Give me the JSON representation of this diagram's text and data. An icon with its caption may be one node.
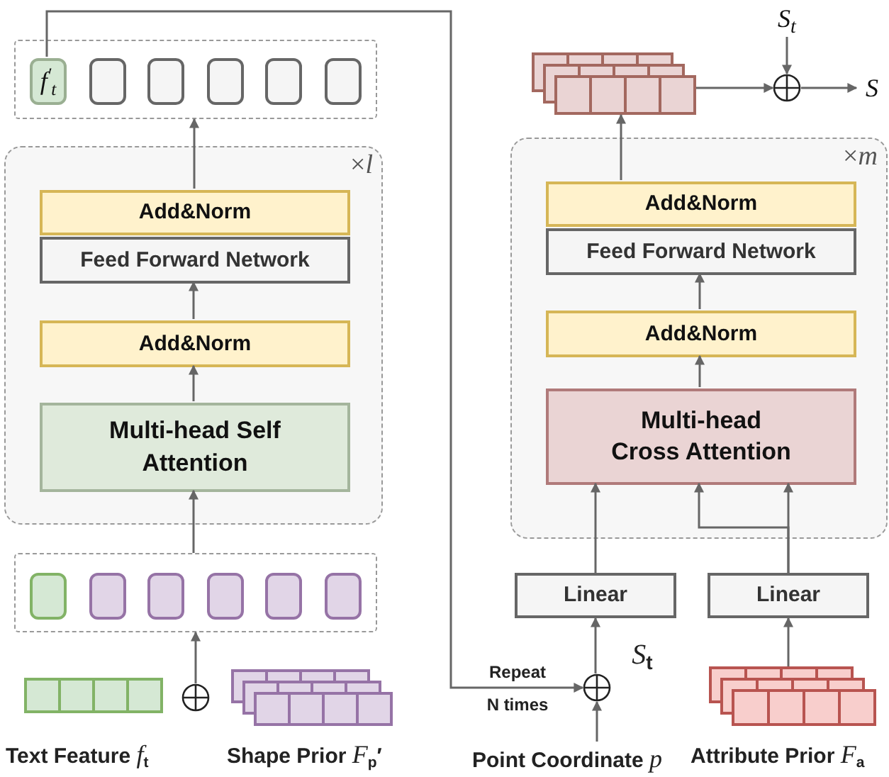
{
  "diagram": {
    "nodes": [
      {
        "text": [],
        "shape": "box"
      },
      {
        "text": [
          "f$^{′}$$_{t}$"
        ],
        "in": 0
      },
      {
        "text": [],
        "shape": "box",
        "in": 0
      },
      {
        "text": [],
        "shape": "box",
        "in": 0
      },
      {
        "text": [],
        "shape": "box",
        "in": 0
      },
      {
        "text": [],
        "shape": "box",
        "in": 0
      },
      {
        "text": [],
        "shape": "box",
        "in": 0
      },
      {
        "text": [
          "×*l*"
        ]
      },
      {
        "text": [
          "Add&Norm"
        ],
        "in": 7
      },
      {
        "text": [
          "Feed Forward Network"
        ],
        "in": 7
      },
      {
        "text": [
          "Add&Norm"
        ],
        "in": 7
      },
      {
        "text": [
          "Multi-head Self Attention"
        ],
        "in": 7
      },
      {
        "text": [],
        "shape": "box"
      },
      {
        "text": [],
        "shape": "box",
        "in": 12
      },
      {
        "text": [],
        "shape": "box",
        "in": 12
      },
      {
        "text": [],
        "shape": "box",
        "in": 12
      },
      {
        "text": [],
        "shape": "box",
        "in": 12
      },
      {
        "text": [],
        "shape": "box",
        "in": 12
      },
      {
        "text": [],
        "shape": "box",
        "in": 12
      },
      {
        "text": [],
        "shape": "bar",
        "beside": [
          "Text Feature *f*$_{t}$"
        ]
      },
      {
        "text": [],
        "shape": "circle"
      },
      {
        "text": [],
        "shape": "box",
        "beside": [
          "Shape Prior *F*$_{p}$′"
        ]
      },
      {
        "text": [],
        "shape": "box"
      },
      {
        "text": [
          "*S*$_{t}$"
        ]
      },
      {
        "text": [],
        "shape": "circle"
      },
      {
        "text": [
          "*S*"
        ]
      },
      {
        "text": [
          "×*m*"
        ]
      },
      {
        "text": [
          "Add&Norm"
        ],
        "in": 26
      },
      {
        "text": [
          "Feed Forward Network"
        ],
        "in": 26
      },
      {
        "text": [
          "Add&Norm"
        ],
        "in": 26
      },
      {
        "text": [
          "Multi-head Cross Attention"
        ],
        "in": 26
      },
      {
        "text": [
          "Linear"
        ]
      },
      {
        "text": [
          "Linear"
        ]
      },
      {
        "text": [],
        "shape": "circle"
      },
      {
        "text": [
          "Point Coordinate *p*"
        ]
      },
      {
        "text": [],
        "shape": "box",
        "beside": [
          "Attribute Prior *F*$_{a}$"
        ]
      }
    ],
    "edges": [
      {
        "from": 20,
        "to": 12,
        "arrow": "to"
      },
      {
        "from": 12,
        "to": 11,
        "arrow": "to"
      },
      {
        "from": 11,
        "to": 10,
        "arrow": "to"
      },
      {
        "from": 10,
        "to": 9,
        "arrow": "to"
      },
      {
        "from": 8,
        "to": 0,
        "arrow": "to"
      },
      {
        "from": 1,
        "to": 33,
        "arrow": "to",
        "label": "Repeat N times"
      },
      {
        "from": 34,
        "to": 33,
        "arrow": "to"
      },
      {
        "from": 33,
        "to": 31,
        "arrow": "to",
        "label": "*S*$_{t}$"
      },
      {
        "from": 31,
        "to": 30,
        "arrow": "to"
      },
      {
        "from": 32,
        "to": 30,
        "arrow": "to"
      },
      {
        "from": 32,
        "to": 30,
        "arrow": "to"
      },
      {
        "from": 35,
        "to": 32,
        "arrow": "to"
      },
      {
        "from": 30,
        "to": 29,
        "arrow": "to"
      },
      {
        "from": 29,
        "to": 28,
        "arrow": "to"
      },
      {
        "from": 27,
        "to": 22,
        "arrow": "to"
      },
      {
        "from": 22,
        "to": 24,
        "arrow": "to"
      },
      {
        "from": 23,
        "to": 24,
        "arrow": "to"
      },
      {
        "from": 24,
        "to": 25,
        "arrow": "to"
      }
    ]
  }
}
